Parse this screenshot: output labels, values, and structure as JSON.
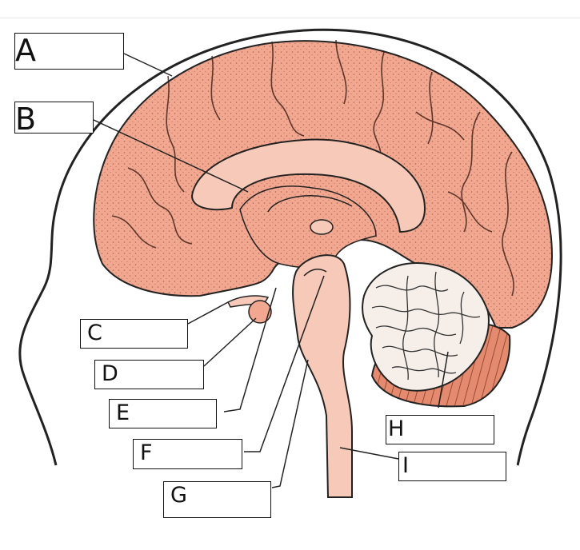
{
  "labels": [
    {
      "id": "A",
      "text": "A"
    },
    {
      "id": "B",
      "text": "B"
    },
    {
      "id": "C",
      "text": "C"
    },
    {
      "id": "D",
      "text": "D"
    },
    {
      "id": "E",
      "text": "E"
    },
    {
      "id": "F",
      "text": "F"
    },
    {
      "id": "G",
      "text": "G"
    },
    {
      "id": "H",
      "text": "H"
    },
    {
      "id": "I",
      "text": "I"
    }
  ],
  "colors": {
    "brain_fill": "#f2a890",
    "brain_light": "#f7c9b8",
    "cerebellum_fill": "#f6efe9",
    "cerebellum_stripe": "#d8735a",
    "outline": "#222222"
  }
}
